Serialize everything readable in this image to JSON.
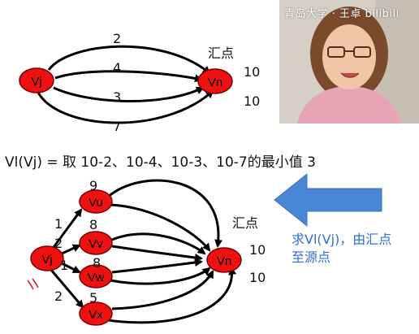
{
  "graph_top": {
    "nodes": {
      "vj": "Vj",
      "vn": "Vn"
    },
    "edge_weights": [
      "2",
      "4",
      "3",
      "7"
    ],
    "sink_label": "汇点",
    "vn_values": [
      "10",
      "10"
    ]
  },
  "formula_text": "Vl(Vj) = 取 10-2、10-4、10-3、10-7的最小值 3",
  "graph_bottom": {
    "nodes": {
      "vj": "Vj",
      "vu": "Vu",
      "vv": "Vv",
      "vw": "Vw",
      "vx": "Vx",
      "vn": "Vn"
    },
    "left_weights": [
      "1",
      "2",
      "1",
      "2"
    ],
    "upper_weights": [
      "9",
      "8",
      "8",
      "5"
    ],
    "sink_label": "汇点",
    "vn_values": [
      "10",
      "10"
    ]
  },
  "arrow_caption": "求Vl(Vj)，由汇点至源点",
  "webcam": {
    "title": "青岛大学 · 王卓 bilibili"
  },
  "colors": {
    "node_fill": "#ee1111",
    "node_stroke": "#7a0000",
    "arrow_fill": "#4a86d6",
    "caption": "#2f6fd6"
  }
}
